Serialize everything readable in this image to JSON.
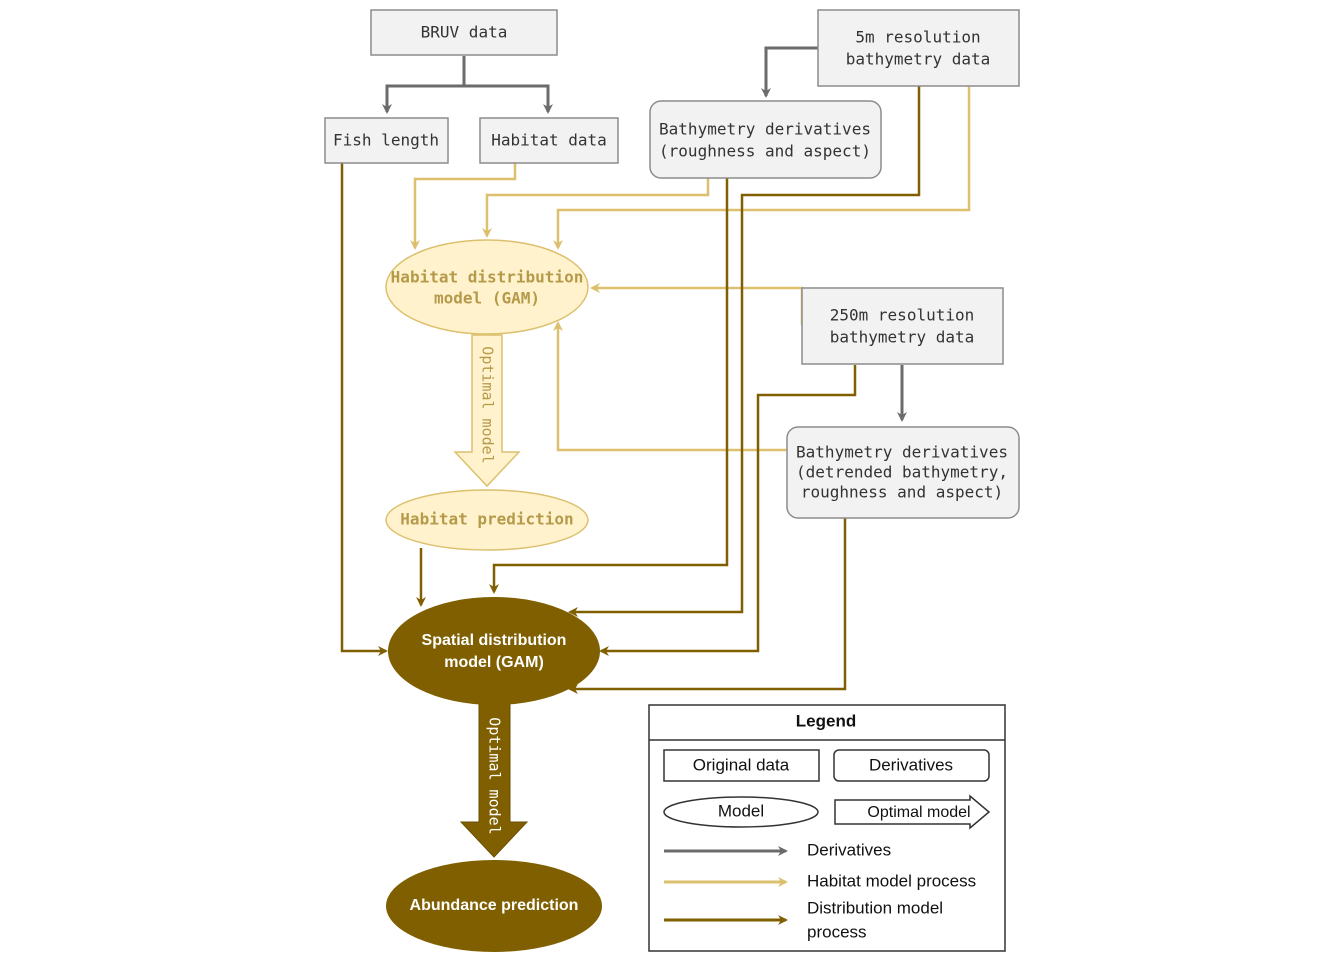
{
  "nodes": {
    "bruv_data": "BRUV data",
    "fish_length": "Fish length",
    "habitat_data": "Habitat data",
    "bathy_5m_line1": "5m resolution",
    "bathy_5m_line2": "bathymetry data",
    "deriv_5m_line1": "Bathymetry derivatives",
    "deriv_5m_line2": "(roughness and aspect)",
    "habitat_model_line1": "Habitat distribution",
    "habitat_model_line2": "model (GAM)",
    "bathy_250m_line1": "250m resolution",
    "bathy_250m_line2": "bathymetry data",
    "deriv_250m_line1": "Bathymetry derivatives",
    "deriv_250m_line2": "(detrended bathymetry,",
    "deriv_250m_line3": "roughness and aspect)",
    "habitat_prediction": "Habitat prediction",
    "spatial_model_line1": "Spatial distribution",
    "spatial_model_line2": "model (GAM)",
    "abundance_prediction": "Abundance prediction",
    "optimal_model_habitat": "Optimal model",
    "optimal_model_spatial": "Optimal model"
  },
  "legend": {
    "title": "Legend",
    "original_data": "Original data",
    "derivatives_box": "Derivatives",
    "model": "Model",
    "optimal_model": "Optimal model",
    "derivatives_line": "Derivatives",
    "habitat_process": "Habitat model process",
    "distribution_process_line1": "Distribution model",
    "distribution_process_line2": "process"
  },
  "colors": {
    "derivatives": "#6b6b6b",
    "habitat": "#dcc06e",
    "distribution": "#7f5f00",
    "habitat_fill": "#fff2cc",
    "habitat_text": "#b59a4a",
    "box_fill": "#f2f2f2",
    "box_stroke": "#8c8c8c"
  }
}
